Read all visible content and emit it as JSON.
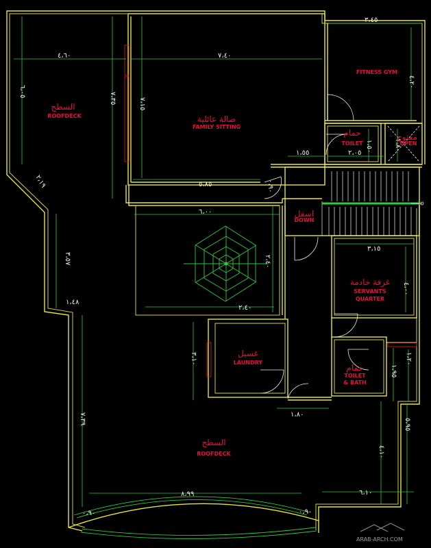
{
  "rooms": {
    "roofdeck_top_ar": "السطح",
    "roofdeck_top_en": "ROOFDECK",
    "family_sitting_ar": "صالة عائلية",
    "family_sitting_en": "FAMILY SITTING",
    "fitness_gym_en": "FITNESS GYM",
    "toilet_top_ar": "حمام",
    "toilet_top_en": "TOILET",
    "open_ar": "مفتوح",
    "open_en": "OPEN",
    "down_ar": "اسفل",
    "down_en": "DOWN",
    "servants_ar": "غرفة خادمة",
    "servants_en1": "SERVANTS",
    "servants_en2": "QUARTER",
    "laundry_ar": "غسيل",
    "laundry_en": "LAUNDRY",
    "toilet_bath_ar": "حمام",
    "toilet_bath_en1": "TOILET",
    "toilet_bath_en2": "& BATH",
    "roofdeck_bottom_ar": "السطح",
    "roofdeck_bottom_en": "ROOFDECK"
  },
  "dimensions": {
    "d_460": "٤،٦٠",
    "d_740": "٧،٤٠",
    "d_345": "٣،٤٥",
    "d_420": "٤،٢٠",
    "d_605": "٦،٠٥",
    "d_735": "٧،٣٥",
    "d_715": "٧،١٥",
    "d_155": "١،٥٥",
    "d_205": "٢،٠٥",
    "d_150": "١،٥٠",
    "d_180": "١،٨٠",
    "d_585": "٥،٨٥",
    "d_219": "٢،١٩",
    "d_600": "٦،٠٠",
    "d_357": "٣،٥٧",
    "d_240": "٢،٤٠",
    "d_315": "٣،١٥",
    "d_400": "٤،٠٠",
    "d_148": "١،٤٨",
    "d_310": "٣،١٠",
    "d_120": "١،٢٠",
    "d_195": "١،٩٥",
    "d_739": "٧،٣٩",
    "d_595": "٥،٩٥",
    "d_410": "٤،١٠",
    "d_610": "٦،١٠",
    "d_899": "٨،٩٩",
    "d_090": "٠،٩٠"
  },
  "watermark": "ARAB-ARCH.COM",
  "colors": {
    "background": "#000000",
    "walls": "#e8e83a",
    "dimensions": "#2ecc40",
    "labels": "#e8103a",
    "text": "#f2f2f2"
  }
}
